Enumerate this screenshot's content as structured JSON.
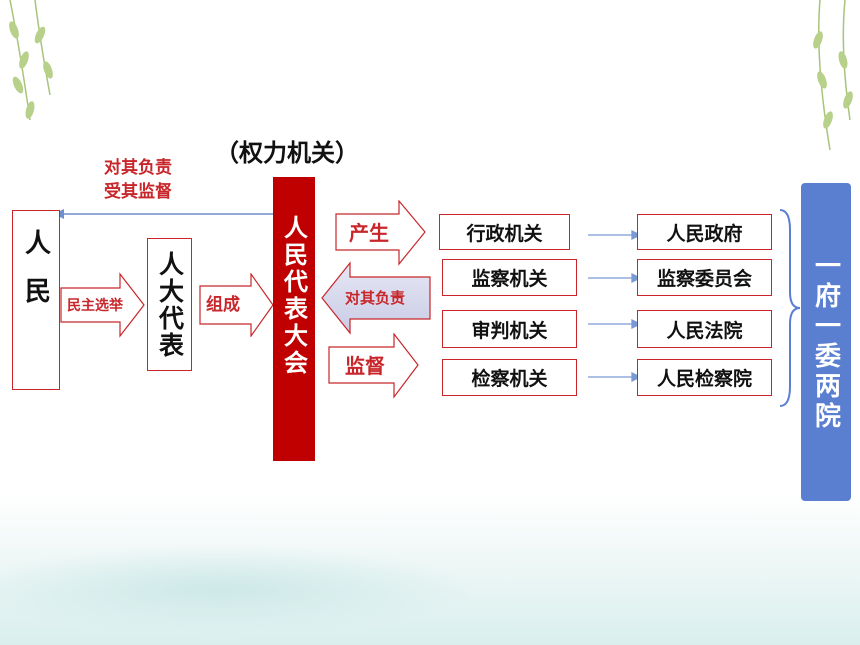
{
  "heading": "（权力机关）",
  "people": "人民",
  "npc_deputies": "人大代表",
  "npc": "人民代表大会",
  "labels": {
    "responsible_top": "对其负责",
    "supervised_top": "受其监督",
    "election": "民主选举",
    "compose": "组成",
    "produce": "产生",
    "responsible_mid": "对其负责",
    "supervise": "监督"
  },
  "organs": [
    "行政机关",
    "监察机关",
    "审判机关",
    "检察机关"
  ],
  "institutions": [
    "人民政府",
    "监察委员会",
    "人民法院",
    "人民检察院"
  ],
  "summary": "一府一委两院",
  "colors": {
    "accent_red": "#c00000",
    "text_red": "#c8262a",
    "summary_blue": "#5b7fd0",
    "arrow_blue": "#7a9ad6"
  }
}
